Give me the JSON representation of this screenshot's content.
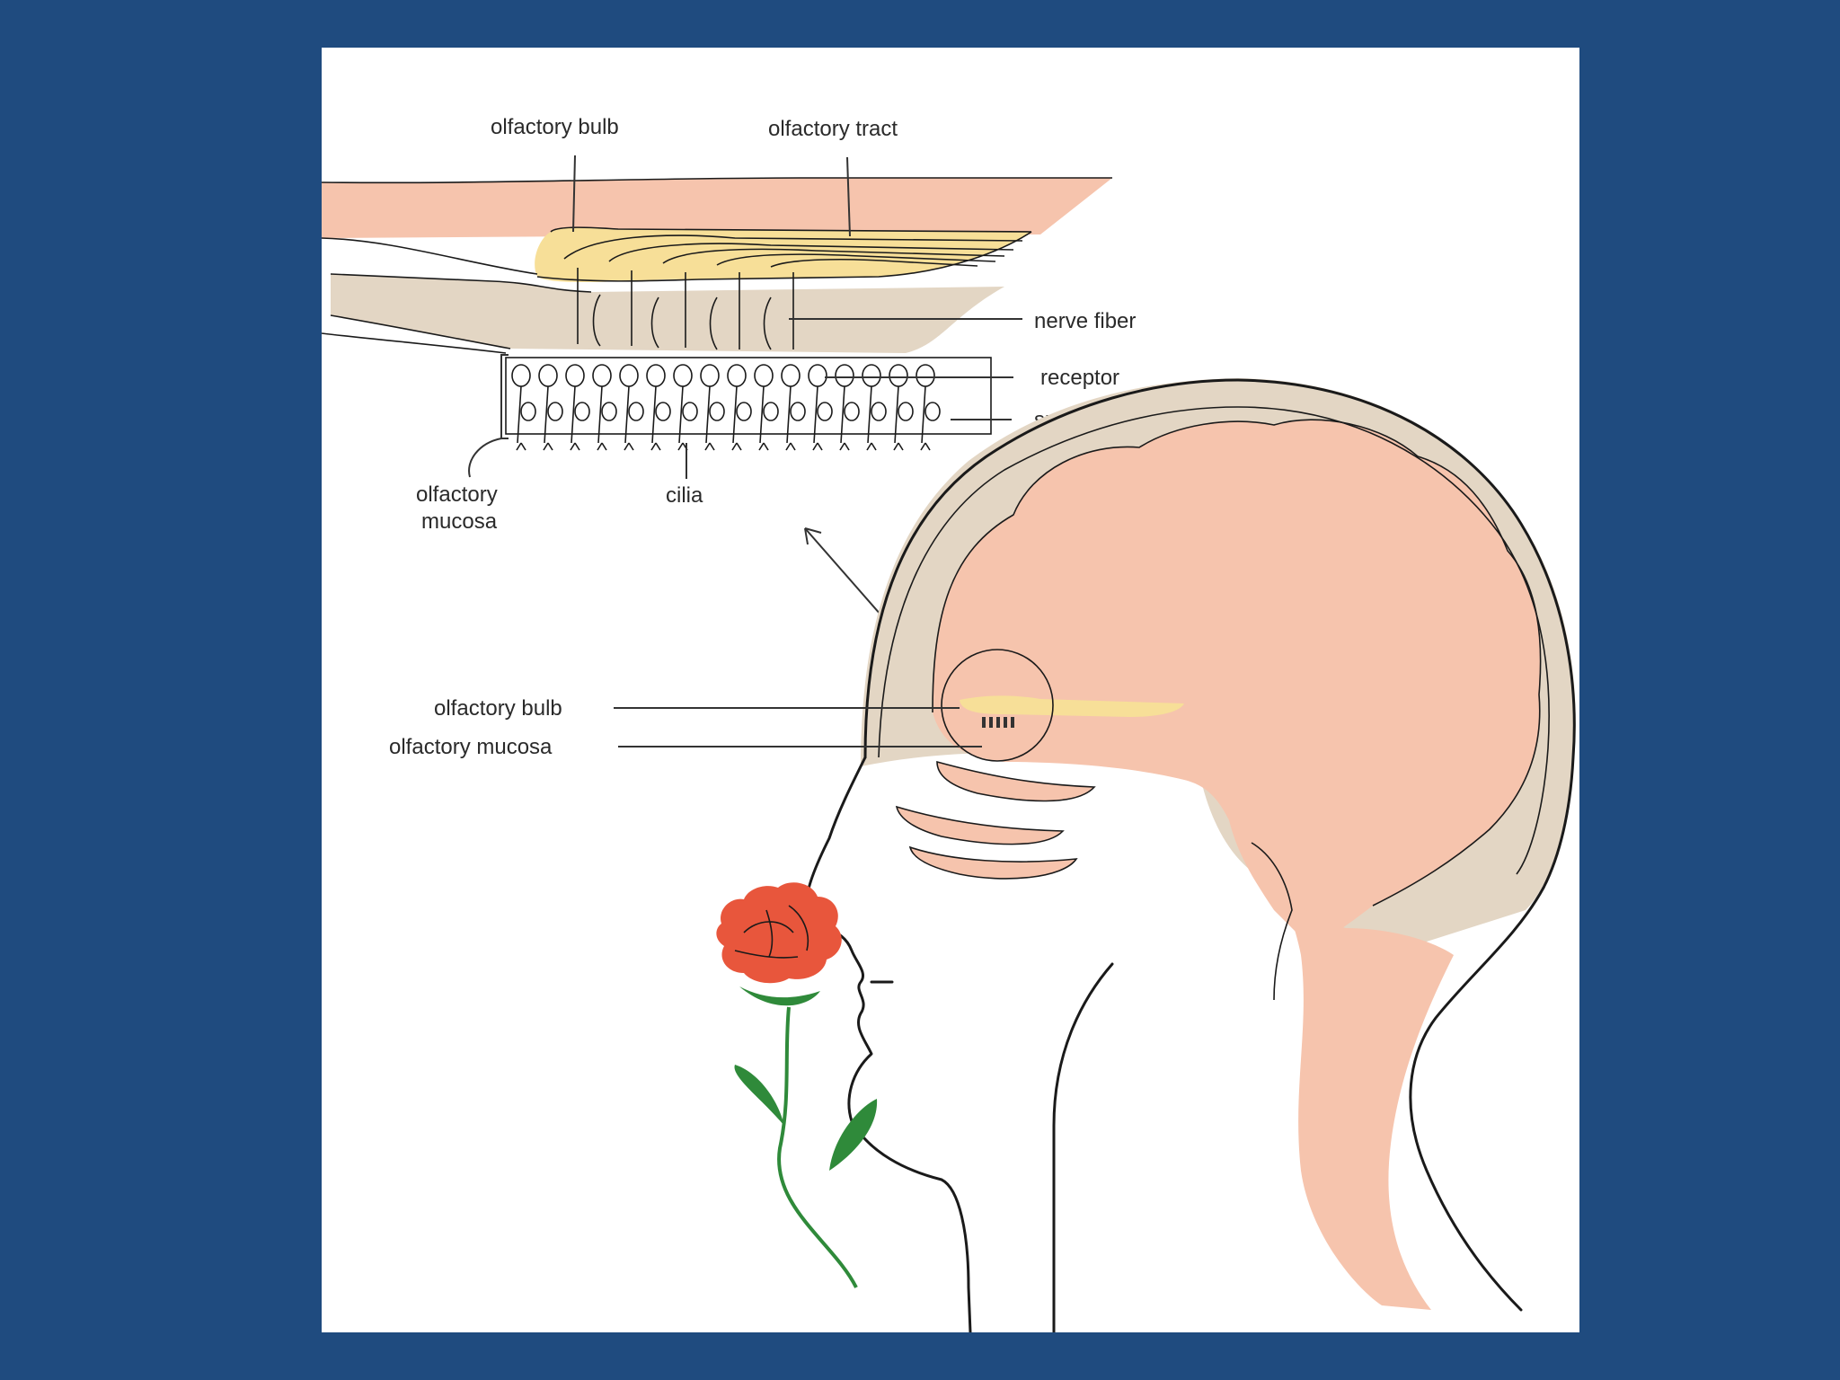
{
  "colors": {
    "slide_background": "#1f4b7f",
    "panel": "#ffffff",
    "brain": "#f6c4ad",
    "bone": "#e3d6c4",
    "bulb": "#f7df98",
    "petal": "#e8563c",
    "stem": "#2f8a3a",
    "ink": "#1a1a1a"
  },
  "inset_labels": {
    "olfactory_bulb": "olfactory bulb",
    "olfactory_tract": "olfactory tract",
    "nerve_fiber": "nerve fiber",
    "receptor": "receptor",
    "supporting_cell": "supporting cell",
    "olfactory_mucosa_line1": "olfactory",
    "olfactory_mucosa_line2": "mucosa",
    "cilia": "cilia"
  },
  "head_labels": {
    "olfactory_bulb": "olfactory bulb",
    "olfactory_mucosa": "olfactory mucosa"
  },
  "icons": {
    "pointer": "arrow-icon",
    "flower": "rose-icon"
  }
}
